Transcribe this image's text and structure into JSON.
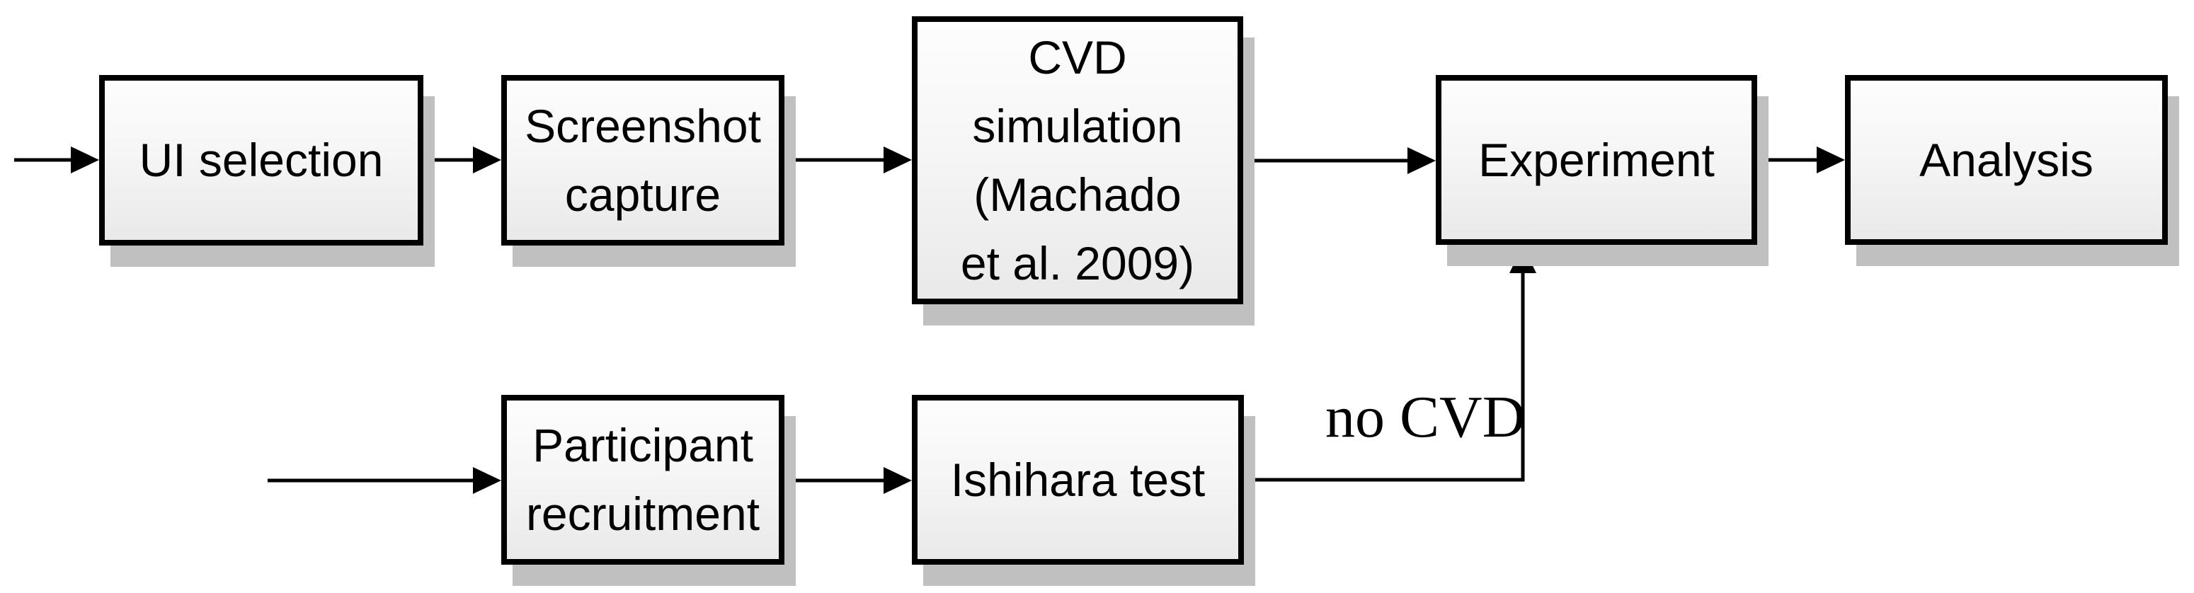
{
  "diagram": {
    "type": "flowchart",
    "background_color": "#ffffff",
    "node_style": {
      "border_color": "#000000",
      "fill_top": "#fdfdfd",
      "fill_bottom": "#e9e9e9",
      "shadow_color": "#c0c0c0",
      "text_color": "#000000"
    },
    "nodes": [
      {
        "id": "ui-selection",
        "label": "UI selection",
        "lines": [
          "UI selection"
        ]
      },
      {
        "id": "screenshot-capture",
        "label": "Screenshot capture",
        "lines": [
          "Screenshot",
          "capture"
        ]
      },
      {
        "id": "cvd-simulation",
        "label": "CVD simulation (Machado et al. 2009)",
        "lines": [
          "CVD",
          "simulation",
          "(Machado",
          "et al. 2009)"
        ]
      },
      {
        "id": "experiment",
        "label": "Experiment",
        "lines": [
          "Experiment"
        ]
      },
      {
        "id": "analysis",
        "label": "Analysis",
        "lines": [
          "Analysis"
        ]
      },
      {
        "id": "participant-recruitment",
        "label": "Participant recruitment",
        "lines": [
          "Participant",
          "recruitment"
        ]
      },
      {
        "id": "ishihara-test",
        "label": "Ishihara test",
        "lines": [
          "Ishihara test"
        ]
      }
    ],
    "edges": [
      {
        "from": "start-top",
        "to": "ui-selection"
      },
      {
        "from": "ui-selection",
        "to": "screenshot-capture"
      },
      {
        "from": "screenshot-capture",
        "to": "cvd-simulation"
      },
      {
        "from": "cvd-simulation",
        "to": "experiment"
      },
      {
        "from": "experiment",
        "to": "analysis"
      },
      {
        "from": "start-bottom",
        "to": "participant-recruitment"
      },
      {
        "from": "participant-recruitment",
        "to": "ishihara-test"
      },
      {
        "from": "ishihara-test",
        "to": "experiment",
        "label": "no CVD"
      }
    ]
  }
}
